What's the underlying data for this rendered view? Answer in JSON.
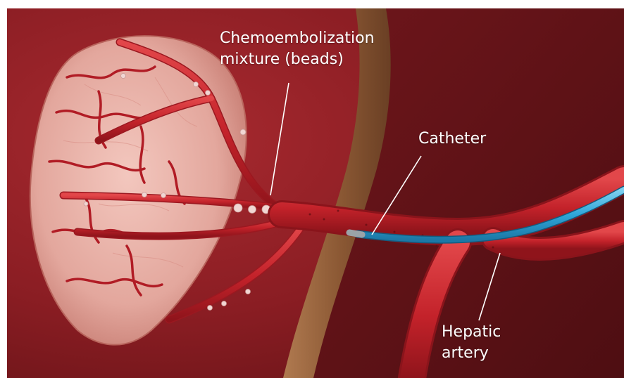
{
  "labels": {
    "beads_line1": "Chemoembolization",
    "beads_line2": "mixture (beads)",
    "catheter": "Catheter",
    "hepatic_line1": "Hepatic",
    "hepatic_line2": "artery"
  },
  "colors": {
    "tissue_bg": "#8f1e24",
    "tissue_dark": "#5e1216",
    "vessel": "#c8242c",
    "vessel_highlight": "#e24a4c",
    "tumor": "#e8b3aa",
    "capsule_band": "#a06b43",
    "catheter": "#2ea6d8",
    "catheter_tip": "#9aa3a8",
    "beads": "#f1d6d3",
    "label_text": "#ffffff"
  }
}
